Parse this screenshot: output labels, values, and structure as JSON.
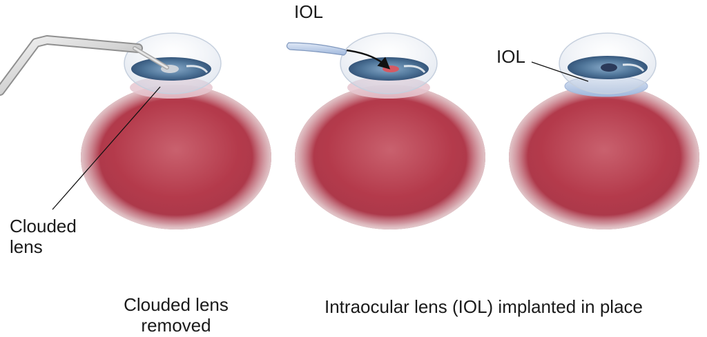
{
  "labels": {
    "clouded_lens_line1": "Clouded",
    "clouded_lens_line2": "lens",
    "iol_insert": "IOL",
    "iol_placed": "IOL"
  },
  "captions": {
    "left_line1": "Clouded lens",
    "left_line2": "removed",
    "right": "Intraocular lens (IOL) implanted in place"
  },
  "colors": {
    "eyeball": "#b8394a",
    "iris": "#4a6f93",
    "iol": "#b9cbe8",
    "pupil_highlight": "#d65a63",
    "pupil_dark": "#2b3a5a"
  }
}
